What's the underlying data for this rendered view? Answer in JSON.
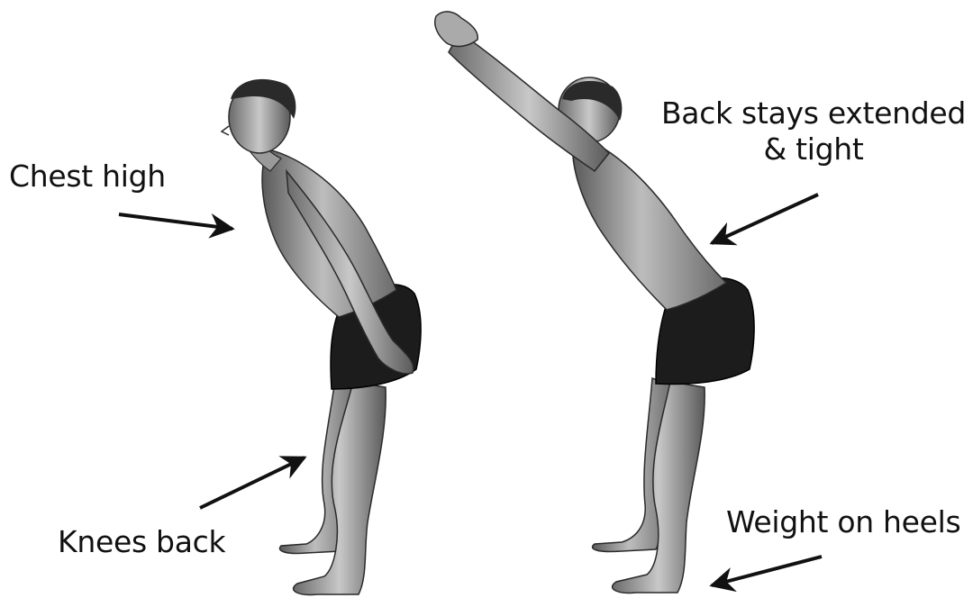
{
  "labels": {
    "chest": "Chest high",
    "back_line1": "Back stays extended",
    "back_line2": "& tight",
    "knees": "Knees back",
    "heels": "Weight on heels"
  },
  "figures": [
    {
      "pose": "hip-hinge, arms hanging down to thighs"
    },
    {
      "pose": "hip-hinge, arms raised overhead"
    }
  ],
  "colors": {
    "background": "#ffffff",
    "text": "#111111",
    "arrow": "#111111",
    "skin_light": "#cfcfcf",
    "skin_mid": "#9a9a9a",
    "skin_dark": "#4a4a4a",
    "shorts": "#1c1c1c"
  }
}
